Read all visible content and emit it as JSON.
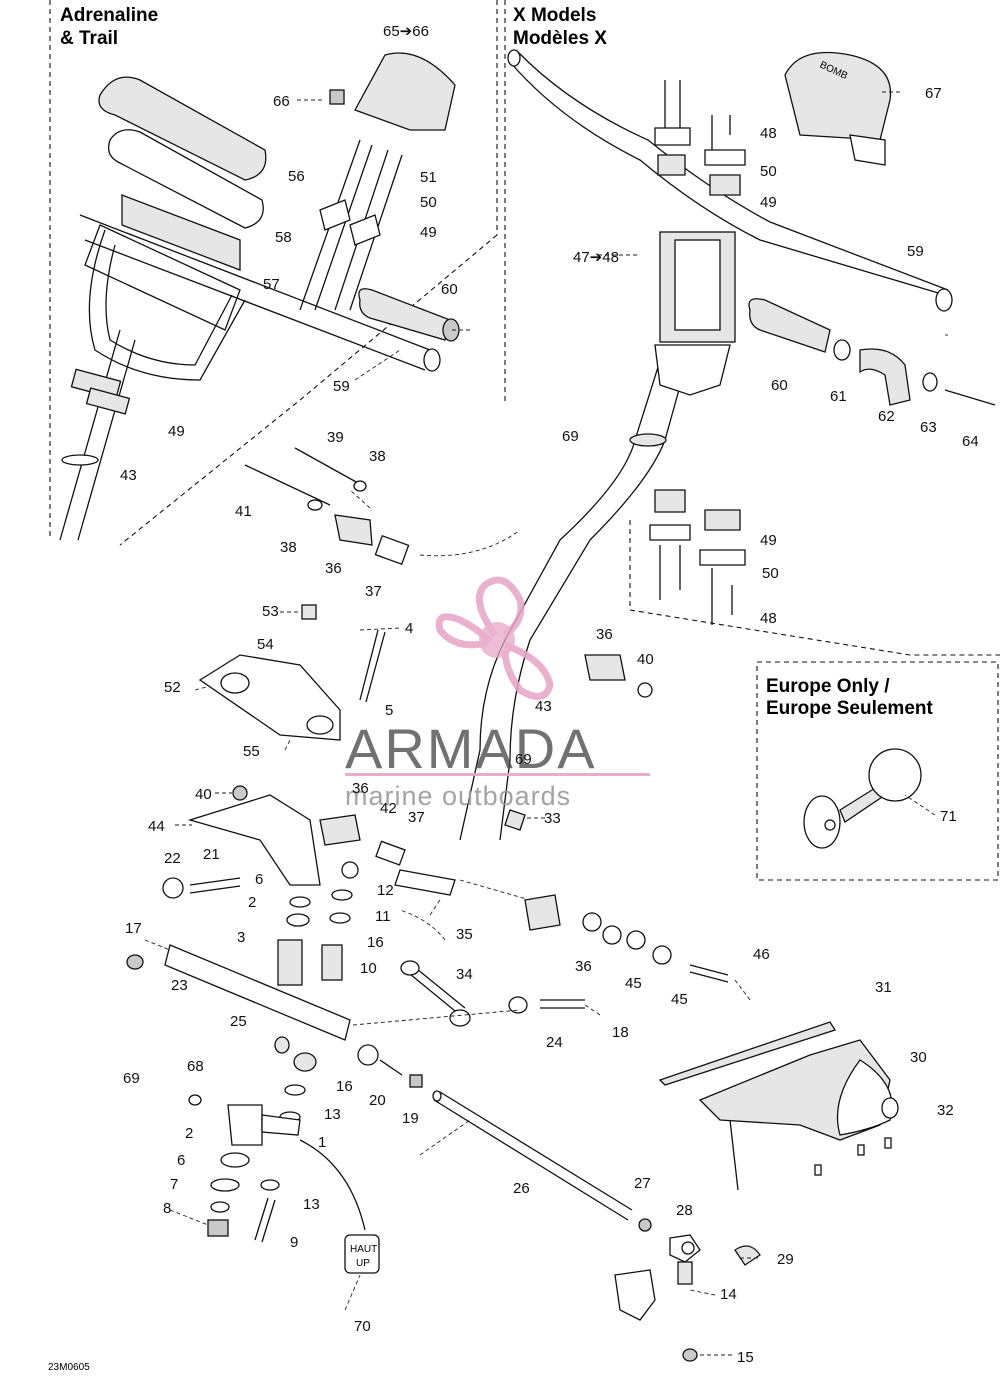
{
  "sections": {
    "adrenaline_trail": {
      "line1": "Adrenaline",
      "line2": "& Trail"
    },
    "x_models": {
      "line1": "X Models",
      "line2": "Modèles X"
    },
    "europe": {
      "line1": "Europe Only /",
      "line2": "Europe Seulement"
    }
  },
  "labels": {
    "l65_66": "65➔66",
    "l66": "66",
    "l56": "56",
    "l51": "51",
    "l50a": "50",
    "l49a": "49",
    "l58": "58",
    "l57": "57",
    "l60a": "60",
    "l59a": "59",
    "l49b": "49",
    "l43a": "43",
    "l48a": "48",
    "l50b": "50",
    "l49c": "49",
    "l67": "67",
    "l47_48": "47➔48",
    "l59b": "59",
    "l60b": "60",
    "l61": "61",
    "l62": "62",
    "l63": "63",
    "l64": "64",
    "l69a": "69",
    "l39": "39",
    "l38a": "38",
    "l41": "41",
    "l38b": "38",
    "l36a": "36",
    "l37a": "37",
    "l49d": "49",
    "l50c": "50",
    "l48b": "48",
    "l53": "53",
    "l4": "4",
    "l54": "54",
    "l52": "52",
    "l5": "5",
    "l55": "55",
    "l36b": "36",
    "l40a": "40",
    "l43b": "43",
    "l69b": "69",
    "l36c": "36",
    "l40b": "40",
    "l42": "42",
    "l37b": "37",
    "l33": "33",
    "l44": "44",
    "l71": "71",
    "l22": "22",
    "l21": "21",
    "l6a": "6",
    "l12": "12",
    "l2a": "2",
    "l11": "11",
    "l17": "17",
    "l3": "3",
    "l16a": "16",
    "l35": "35",
    "l10": "10",
    "l36d": "36",
    "l46": "46",
    "l23": "23",
    "l34": "34",
    "l45a": "45",
    "l45b": "45",
    "l31": "31",
    "l25": "25",
    "l24": "24",
    "l18": "18",
    "l30": "30",
    "l69c": "69",
    "l68": "68",
    "l16b": "16",
    "l20": "20",
    "l13a": "13",
    "l19": "19",
    "l32": "32",
    "l2b": "2",
    "l1": "1",
    "l6b": "6",
    "l26": "26",
    "l7": "7",
    "l8": "8",
    "l13b": "13",
    "l27": "27",
    "l28": "28",
    "l9": "9",
    "l29": "29",
    "l14": "14",
    "l70": "70",
    "l15": "15"
  },
  "decal": {
    "line1": "HAUT",
    "line2": "UP"
  },
  "logo_text": "BOMB",
  "watermark": {
    "brand": "ARMADA",
    "tagline": "marine outboards",
    "color": "#e6a4c6"
  },
  "diagram_code": "23M0605"
}
